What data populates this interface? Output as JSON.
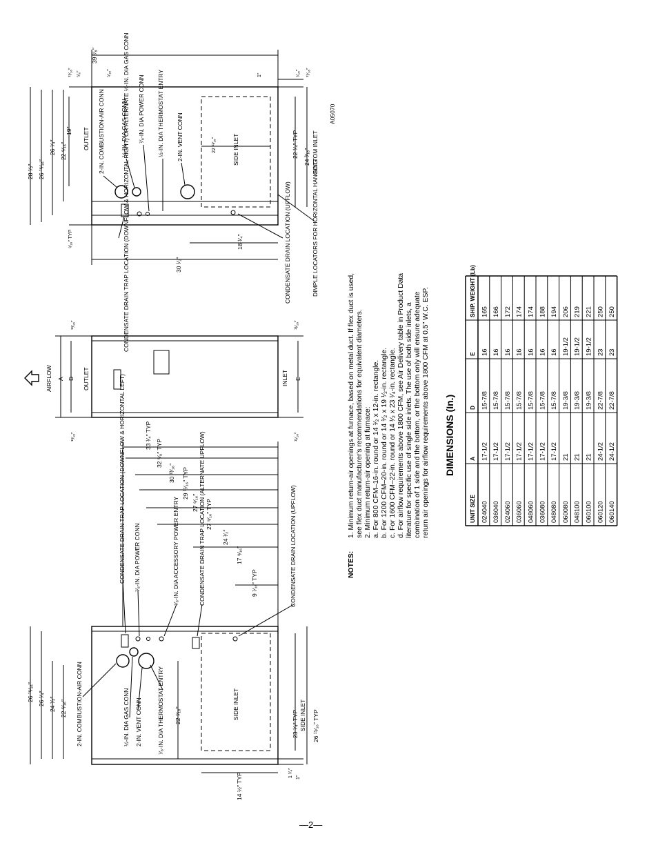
{
  "figure_id": "A05070",
  "page_number": "—2—",
  "top_view": {
    "dims": [
      "39 ⁷⁄₈″",
      "1″",
      "⁷⁄₁₆″",
      "¹¹⁄₁₆″",
      "¹³⁄₁₆″",
      "⁵⁄₈″",
      "⁵⁄₁₆″",
      "28 ¹⁄₂″",
      "26 ¹⁵⁄₁₆″",
      "26 ¹⁄₄″",
      "22 ⁵⁄₁₆″",
      "19″",
      "22 ¹¹⁄₁₆″",
      "22 ¹⁄₄″ TYP",
      "24 ³⁄₁₆″",
      "⁹⁄₁₆″ TYP",
      "18 ¹⁄₄″",
      "30 ¹⁄₂″"
    ],
    "labels": [
      "OUTLET",
      "SIDE INLET",
      "BOTTOM INLET",
      "2-IN. COMBUSTION-AIR CONN",
      "½-IN. DIA GAS CONN",
      "⁷⁄₈-IN. DIA POWER CONN",
      "½-IN. DIA THERMOSTAT ENTRY",
      "2-IN. VENT CONN"
    ],
    "callouts": [
      "CONDENSATE DRAIN TRAP LOCATION (DOWNFLOW & HORIZONTAL RIGHT) OR ALTERNATE ½-IN. DIA GAS CONN",
      "CONDENSATE DRAIN LOCATION (UPFLOW)",
      "DIMPLE LOCATORS FOR HORIZONTAL HANGING"
    ]
  },
  "front_view": {
    "labels": [
      "AIRFLOW",
      "A",
      "D",
      "OUTLET",
      "INLET",
      "E"
    ],
    "dims": [
      "¹³⁄₁₆″",
      "¹³⁄₁₆″",
      "¹¹⁄₁₆″",
      "¹¹⁄₁₆″"
    ]
  },
  "bottom_view": {
    "dims": [
      "33 ¹⁄₄″ TYP",
      "32 ⁵⁄₈″ TYP",
      "30 ¹³⁄₁₆″",
      "29 ¹¹⁄₁₆″ TYP",
      "27 ⁹⁄₁₆″",
      "27 ⁹⁄₁₆″ TYP",
      "24 ¹⁄₂″",
      "17 ⁹⁄₁₆″",
      "9 ⁷⁄₁₆″ TYP",
      "26 ¹⁵⁄₁₆″",
      "26 ¹⁄₄″",
      "24 ¹⁄₂″",
      "22 ⁵⁄₁₆″",
      "22 ⁷⁄₁₆″",
      "23 ¹⁄₄″ TYP",
      "26 ¹⁵⁄₁₆″ TYP",
      "14 ½″ TYP",
      "1 ¹⁄₄″",
      "1″"
    ],
    "labels": [
      "SIDE INLET",
      "SIDE INLET",
      "2-IN. COMBUSTION-AIR CONN",
      "½-IN. DIA GAS CONN",
      "2-IN. VENT CONN",
      "⁷⁄₈-IN. DIA THERMOSTAT ENTRY"
    ],
    "callouts": [
      "CONDENSATE DRAIN TRAP LOCATION (DOWNFLOW & HORIZONTAL LEFT)",
      "⁷⁄₈-IN. DIA POWER CONN",
      "⁷⁄₈-IN. DIA ACCESSORY POWER ENTRY",
      "CONDENSATE DRAIN TRAP LOCATION (ALTERNATE UPFLOW)",
      "CONDENSATE DRAIN LOCATION (UPFLOW)"
    ]
  },
  "notes": {
    "heading": "NOTES:",
    "lines": [
      "1.  Minimum return-air openings at furnace, based on metal duct. If flex duct is used,",
      "     see flex duct manufacturer's recommendations for equivalent diameters.",
      "2.  Minimum return-air opening at furnace:",
      "     a.  For 800 CFM–16-in. round or 14  ¹⁄₂ x 12-in. rectangle.",
      "     b.  For 1200 CFM–20-in. round or 14  ¹⁄₂ x 19 ¹⁄₂-in. rectangle.",
      "     c.  For 1600 CFM–22-in. round or 14  ¹⁄₂ x 23 ¹⁄₄-in. rectangle.",
      "     d.  For airflow requirements above 1800 CFM, see Air Delivery table in Product Data",
      "          literature for specific use of single side inlets. The use of both side inlets, a",
      "          combination of 1 side and the bottom, or the bottom only will ensure adequate",
      "          return air openings for airflow requirements above 1800 CFM at 0.5\" W.C. ESP."
    ]
  },
  "dimensions_table": {
    "title": "DIMENSIONS (In.)",
    "headers": [
      "UNIT SIZE",
      "A",
      "D",
      "E",
      "SHIP. WEIGHT (Lb)"
    ],
    "rows": [
      [
        "024040",
        "17-1/2",
        "15-7/8",
        "16",
        "165"
      ],
      [
        "036040",
        "17-1/2",
        "15-7/8",
        "16",
        "166"
      ],
      [
        "024060",
        "17-1/2",
        "15-7/8",
        "16",
        "172"
      ],
      [
        "036060",
        "17-1/2",
        "15-7/8",
        "16",
        "174"
      ],
      [
        "048060",
        "17-1/2",
        "15-7/8",
        "16",
        "174"
      ],
      [
        "036080",
        "17-1/2",
        "15-7/8",
        "16",
        "188"
      ],
      [
        "048080",
        "17-1/2",
        "15-7/8",
        "16",
        "194"
      ],
      [
        "060080",
        "21",
        "19-3/8",
        "19-1/2",
        "206"
      ],
      [
        "048100",
        "21",
        "19-3/8",
        "19-1/2",
        "219"
      ],
      [
        "060100",
        "21",
        "19-3/8",
        "19-1/2",
        "221"
      ],
      [
        "060120",
        "24-1/2",
        "22-7/8",
        "23",
        "250"
      ],
      [
        "060140",
        "24-1/2",
        "22-7/8",
        "23",
        "250"
      ]
    ]
  }
}
